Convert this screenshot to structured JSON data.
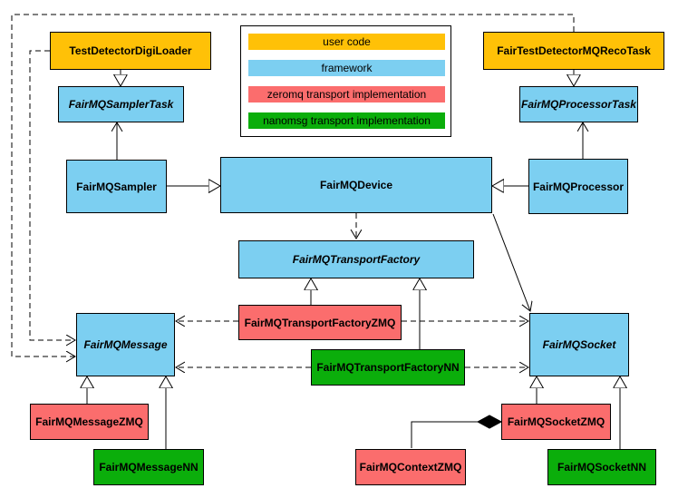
{
  "colors": {
    "user": "#FFC107",
    "framework": "#7CCFF1",
    "zeromq": "#FB6D6D",
    "nanomsg": "#0BAE0B",
    "border": "#000000",
    "line": "#000000",
    "background": "#FFFFFF"
  },
  "legend": {
    "items": [
      {
        "label": "user code",
        "category": "user"
      },
      {
        "label": "framework",
        "category": "framework"
      },
      {
        "label": "zeromq transport implementation",
        "category": "zeromq"
      },
      {
        "label": "nanomsg transport implementation",
        "category": "nanomsg"
      }
    ]
  },
  "nodes": [
    {
      "label": "TestDetectorDigiLoader",
      "category": "user",
      "abstract": false
    },
    {
      "label": "FairTestDetectorMQRecoTask",
      "category": "user",
      "abstract": false
    },
    {
      "label": "FairMQSamplerTask",
      "category": "framework",
      "abstract": true
    },
    {
      "label": "FairMQProcessorTask",
      "category": "framework",
      "abstract": true
    },
    {
      "label": "FairMQSampler",
      "category": "framework",
      "abstract": false
    },
    {
      "label": "FairMQDevice",
      "category": "framework",
      "abstract": false
    },
    {
      "label": "FairMQProcessor",
      "category": "framework",
      "abstract": false
    },
    {
      "label": "FairMQTransportFactory",
      "category": "framework",
      "abstract": true
    },
    {
      "label": "FairMQTransportFactoryZMQ",
      "category": "zeromq",
      "abstract": false
    },
    {
      "label": "FairMQTransportFactoryNN",
      "category": "nanomsg",
      "abstract": false
    },
    {
      "label": "FairMQMessage",
      "category": "framework",
      "abstract": true
    },
    {
      "label": "FairMQSocket",
      "category": "framework",
      "abstract": true
    },
    {
      "label": "FairMQMessageZMQ",
      "category": "zeromq",
      "abstract": false
    },
    {
      "label": "FairMQMessageNN",
      "category": "nanomsg",
      "abstract": false
    },
    {
      "label": "FairMQContextZMQ",
      "category": "zeromq",
      "abstract": false
    },
    {
      "label": "FairMQSocketZMQ",
      "category": "zeromq",
      "abstract": false
    },
    {
      "label": "FairMQSocketNN",
      "category": "nanomsg",
      "abstract": false
    }
  ],
  "relations": [
    {
      "from": "TestDetectorDigiLoader",
      "to": "FairMQSamplerTask",
      "type": "inheritance"
    },
    {
      "from": "FairTestDetectorMQRecoTask",
      "to": "FairMQProcessorTask",
      "type": "inheritance"
    },
    {
      "from": "FairMQSampler",
      "to": "FairMQSamplerTask",
      "type": "association"
    },
    {
      "from": "FairMQProcessor",
      "to": "FairMQProcessorTask",
      "type": "association"
    },
    {
      "from": "FairMQSampler",
      "to": "FairMQDevice",
      "type": "inheritance"
    },
    {
      "from": "FairMQProcessor",
      "to": "FairMQDevice",
      "type": "inheritance"
    },
    {
      "from": "FairMQDevice",
      "to": "FairMQTransportFactory",
      "type": "dependency"
    },
    {
      "from": "FairMQDevice",
      "to": "FairMQSocket",
      "type": "association"
    },
    {
      "from": "FairMQTransportFactoryZMQ",
      "to": "FairMQTransportFactory",
      "type": "inheritance"
    },
    {
      "from": "FairMQTransportFactoryNN",
      "to": "FairMQTransportFactory",
      "type": "inheritance"
    },
    {
      "from": "FairMQTransportFactoryZMQ",
      "to": "FairMQMessage",
      "type": "dependency"
    },
    {
      "from": "FairMQTransportFactoryZMQ",
      "to": "FairMQSocket",
      "type": "dependency"
    },
    {
      "from": "FairMQTransportFactoryNN",
      "to": "FairMQMessage",
      "type": "dependency"
    },
    {
      "from": "FairMQTransportFactoryNN",
      "to": "FairMQSocket",
      "type": "dependency"
    },
    {
      "from": "TestDetectorDigiLoader",
      "to": "FairMQMessage",
      "type": "dependency"
    },
    {
      "from": "FairTestDetectorMQRecoTask",
      "to": "FairMQMessage",
      "type": "dependency"
    },
    {
      "from": "FairMQMessageZMQ",
      "to": "FairMQMessage",
      "type": "inheritance"
    },
    {
      "from": "FairMQMessageNN",
      "to": "FairMQMessage",
      "type": "inheritance"
    },
    {
      "from": "FairMQSocketZMQ",
      "to": "FairMQSocket",
      "type": "inheritance"
    },
    {
      "from": "FairMQSocketNN",
      "to": "FairMQSocket",
      "type": "inheritance"
    },
    {
      "from": "FairMQSocketZMQ",
      "to": "FairMQContextZMQ",
      "type": "composition"
    }
  ]
}
